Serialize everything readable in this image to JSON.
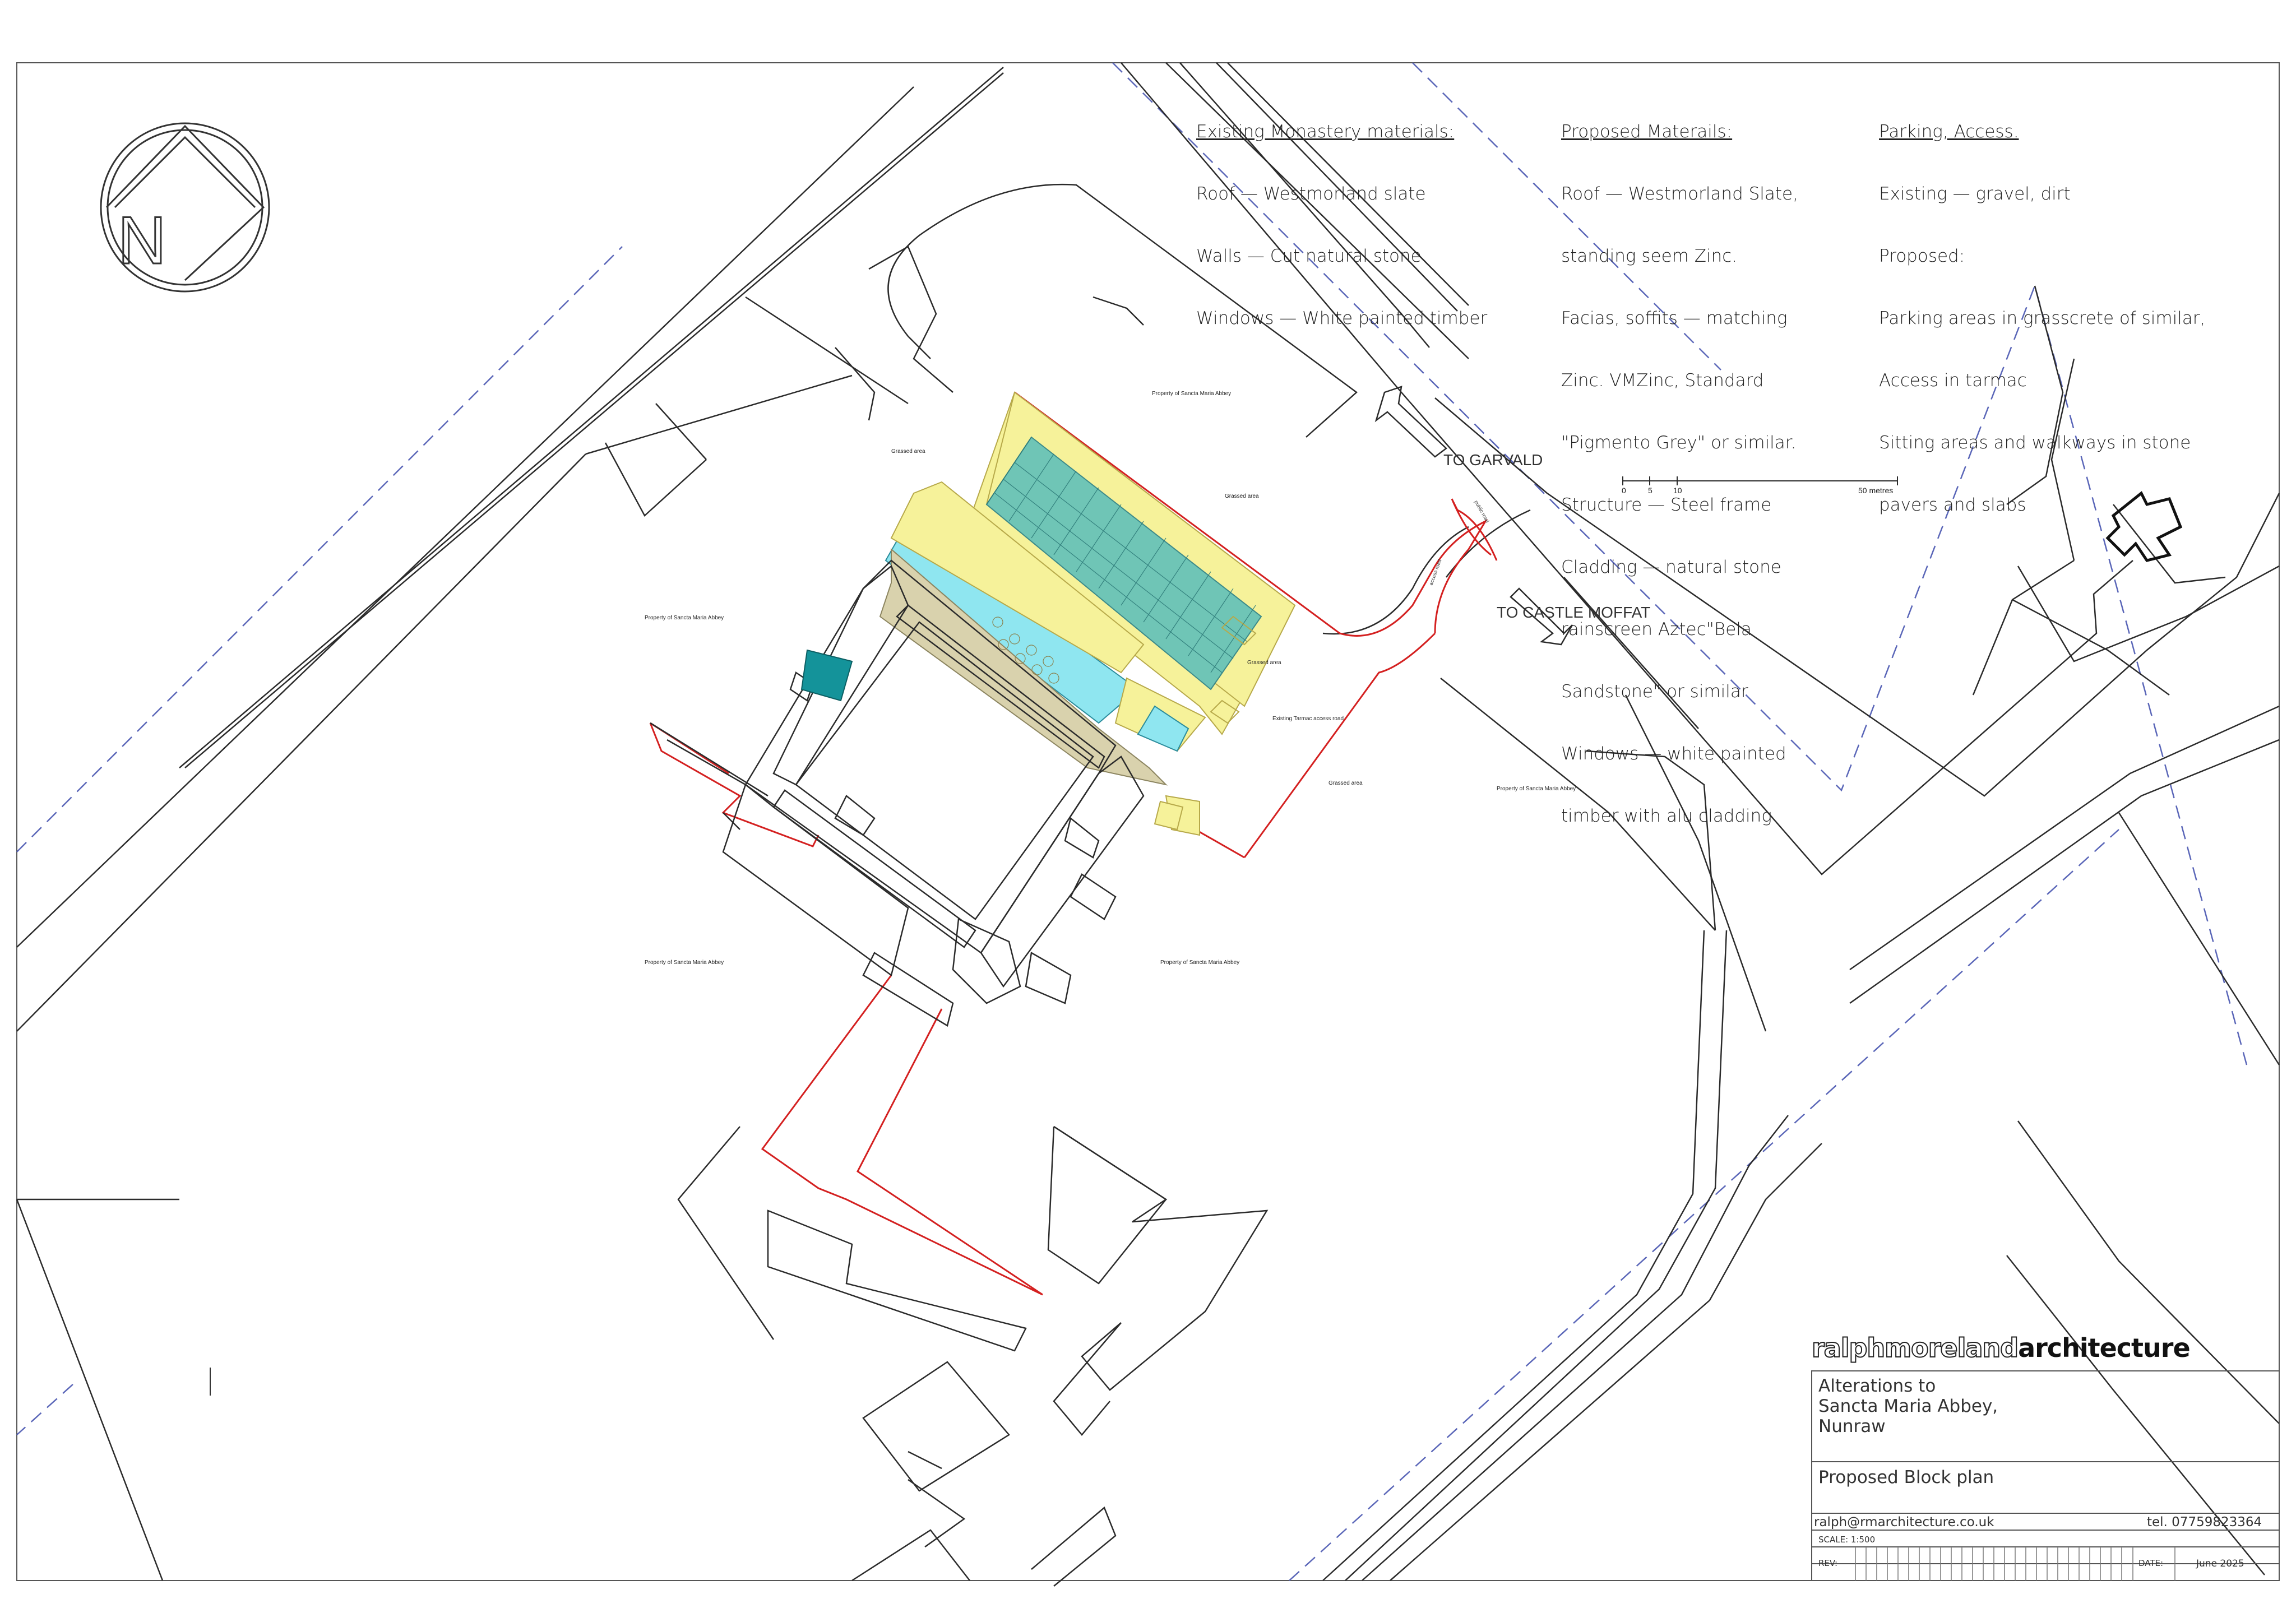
{
  "notes": {
    "existing": {
      "heading": "Existing Monastery materials:",
      "lines": [
        "Roof — Westmorland slate",
        "Walls — Cut natural stone",
        "Windows — White painted timber"
      ]
    },
    "proposed": {
      "heading": "Proposed Materails:",
      "lines": [
        "Roof — Westmorland Slate,",
        "standing seem Zinc.",
        "Facias, soffits — matching",
        "Zinc. VMZinc, Standard",
        "\"Pigmento Grey\" or similar.",
        "Structure — Steel frame",
        "Cladding — natural stone",
        "rainscreen Aztec\"Bela",
        "Sandstone\" or similar",
        "Windows — white painted",
        "timber with alu cladding"
      ]
    },
    "parking": {
      "heading": "Parking, Access.",
      "lines": [
        "Existing — gravel, dirt",
        "Proposed:",
        "Parking areas in grasscrete of similar,",
        "Access in tarmac",
        "Sitting areas and walkways in stone",
        "pavers and slabs"
      ]
    }
  },
  "road_labels": {
    "to_garvald": "TO GARVALD",
    "to_castle_moffat": "TO CASTLE MOFFAT",
    "public_road": "public road",
    "access_road": "access road"
  },
  "scale_bar": {
    "ticks": [
      "0",
      "5",
      "10",
      "50 metres"
    ]
  },
  "site_labels": {
    "property": "Property of Sancta Maria Abbey",
    "grassed_area": "Grassed area",
    "existing_access_road": "Existing Tarmac access road"
  },
  "north_arrow": {
    "letter": "N"
  },
  "title_block": {
    "brand_light": "ralphmoreland",
    "brand_dark": "architecture",
    "project_line1": "Alterations to",
    "project_line2": "Sancta Maria Abbey,",
    "project_line3": "Nunraw",
    "drawing_title": "Proposed Block plan",
    "email": "ralph@rmarchitecture.co.uk",
    "phone": "tel. 07759823364",
    "scale": "SCALE: 1:500",
    "rev_label": "REV:",
    "date_label": "DATE:",
    "date_value": "June 2025"
  },
  "colors": {
    "line": "#2b2b2b",
    "boundary_red": "#d42020",
    "boundary_blue": "#5a66b8",
    "yellow_fill": "#f6f29a",
    "cyan_fill": "#8fe6f0",
    "teal_fill": "#6fc5b6",
    "beige_fill": "#d9d2ad",
    "dark_teal": "#14939a"
  }
}
